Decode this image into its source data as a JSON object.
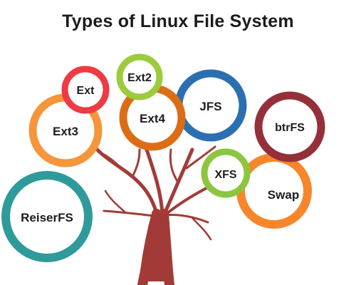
{
  "title": "Types of Linux File System",
  "nodes": [
    {
      "id": "ext",
      "label": "Ext",
      "color": "#ee3a43"
    },
    {
      "id": "ext2",
      "label": "Ext2",
      "color": "#9ccb3b"
    },
    {
      "id": "ext3",
      "label": "Ext3",
      "color": "#f6953b"
    },
    {
      "id": "ext4",
      "label": "Ext4",
      "color": "#dc6d16"
    },
    {
      "id": "jfs",
      "label": "JFS",
      "color": "#2c6fb1"
    },
    {
      "id": "btrfs",
      "label": "btrFS",
      "color": "#95303a"
    },
    {
      "id": "xfs",
      "label": "XFS",
      "color": "#8cc63f"
    },
    {
      "id": "swap",
      "label": "Swap",
      "color": "#f7862b"
    },
    {
      "id": "reiserfs",
      "label": "ReiserFS",
      "color": "#2f9a9a"
    }
  ],
  "colors": {
    "trunk": "#a23b37",
    "title": "#1b1b1b",
    "label": "#1c1c1c"
  }
}
